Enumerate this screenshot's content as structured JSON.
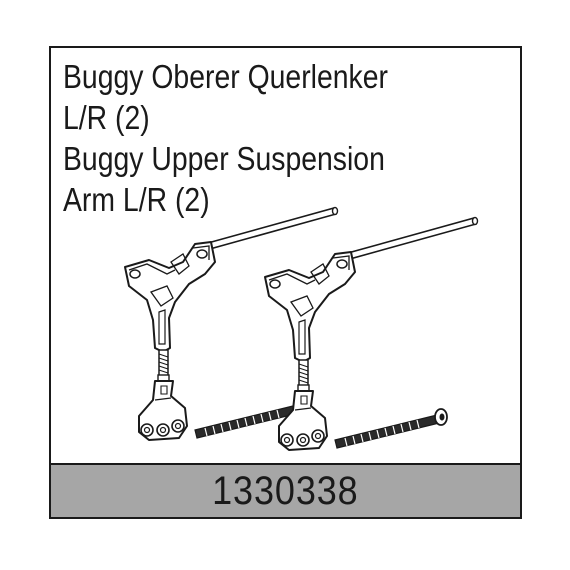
{
  "product": {
    "title_lines": [
      "Buggy Oberer Querlenker",
      "L/R (2)",
      "Buggy Upper Suspension",
      "Arm L/R (2)"
    ],
    "part_number": "1330338"
  }
}
